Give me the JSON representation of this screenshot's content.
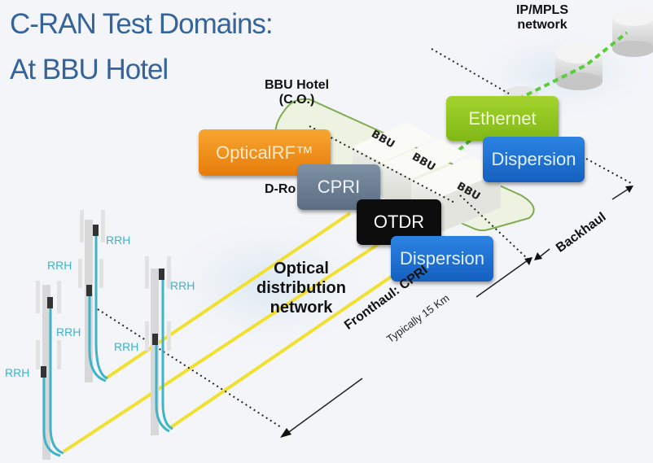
{
  "title": {
    "line1": "C-RAN Test Domains:",
    "line2": "At BBU Hotel"
  },
  "labels": {
    "ip_mpls_line1": "IP/MPLS",
    "ip_mpls_line2": "network",
    "bbu_hotel_line1": "BBU Hotel",
    "bbu_hotel_line2": "(C.O.)",
    "d_ro": "D-Ro",
    "odn_line1": "Optical",
    "odn_line2": "distribution",
    "odn_line3": "network",
    "fronthaul": "Fronthaul: CPRI",
    "fronthaul_sub": "Typically 15 Km",
    "backhaul": "Backhaul"
  },
  "bbus": [
    "BBU",
    "BBU",
    "BBU"
  ],
  "test_boxes": [
    {
      "id": "opticalrf",
      "label": "OpticalRF™",
      "color": "#f08a10"
    },
    {
      "id": "cpri",
      "label": "CPRI",
      "color": "#6a7f94"
    },
    {
      "id": "otdr",
      "label": "OTDR",
      "color": "#0d0d0d"
    },
    {
      "id": "dispersion-fronthaul",
      "label": "Dispersion",
      "color": "#1a6fd0"
    },
    {
      "id": "ethernet",
      "label": "Ethernet",
      "color": "#8cc21e"
    },
    {
      "id": "dispersion-backhaul",
      "label": "Dispersion",
      "color": "#1a6fd0"
    }
  ],
  "rrh_labels": [
    "RRH",
    "RRH",
    "RRH",
    "RRH",
    "RRH",
    "RRH"
  ],
  "colors": {
    "title": "#35649a",
    "fiber": "#f2e030",
    "rrh_cable": "#3fb3c8",
    "bbu_hotel_outline": "#7aa848",
    "ip_link": "#5ccc3c"
  }
}
